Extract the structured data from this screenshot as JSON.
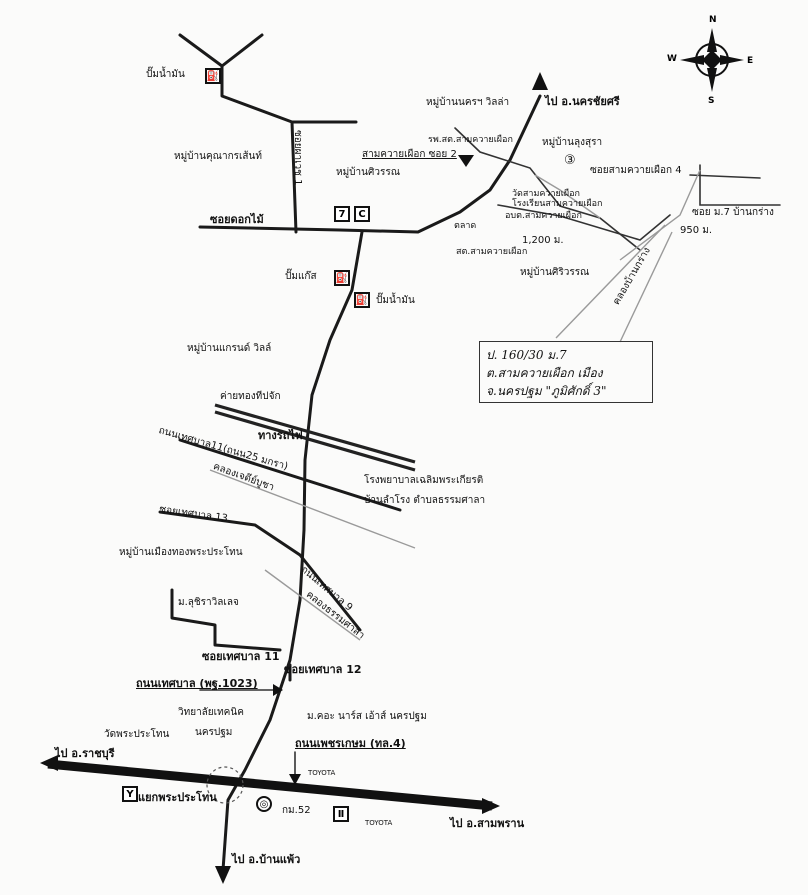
{
  "map": {
    "compass": {
      "n": "N",
      "s": "S",
      "e": "E",
      "w": "W"
    },
    "destinations": {
      "nakhon_chai_si": "ไป อ.นครชัยศรี",
      "ratchaburi": "ไป อ.ราชบุรี",
      "sam_phran": "ไป อ.สามพราน",
      "ban_phaeo": "ไป อ.บ้านแพ้ว"
    },
    "roads": {
      "soi_dok_mai": "ซอยดอกไม้",
      "soi_pha_vet": "ซอยผาเวช 1",
      "sam_khwai_phueak_2": "สามควายเผือก ซอย 2",
      "soi_sam_khwai_phueak_4": "ซอยสามควายเผือก 4",
      "soi_m7_ban_krang": "ซอย ม.7 บ้านกร่าง",
      "thet_saban_11": "ถนนเทศบาล11(ถนน25 มกรา)",
      "soi_thet_saban_13": "ซอยเทศบาล 13",
      "thet_saban_9": "ถนนเทศบาล 9",
      "soi_thet_saban_11": "ซอยเทศบาล 11",
      "soi_thet_saban_12": "ซอยเทศบาล 12",
      "thet_saban_pholsor": "ถนนเทศบาล (พฐ.1023)",
      "phetkasem": "ถนนเพชรเกษม (ทล.4)",
      "rail": "ทางรถไฟ",
      "khlong_chedi_bucha": "คลองเจดีย์บูชา",
      "khlong_thammasala": "คลองธรรมศาลา",
      "khlong_ban_krang": "คลองบ้านกร่าง",
      "dist_1200": "1,200 ม.",
      "dist_950": "950 ม.",
      "km52": "กม.52"
    },
    "places": {
      "gas_1": "ปั๊มน้ำมัน",
      "gas_2": "ปั๊มแก๊ส",
      "gas_3": "ปั๊มน้ำมัน",
      "baan_khunakorn": "หมู่บ้านคุณากรเส้นท์",
      "baan_siwan_1": "หมู่บ้านศิวรรณ",
      "baan_nakhon_villa": "หมู่บ้านนครฯ วิลล่า",
      "hospital_sam_khwai": "รพ.สต.สามควายเผือก",
      "wat_sam_khwai": "วัดสามควายเผือก",
      "school_sam_khwai": "โรงเรียนสามควายเผือก",
      "obt_sam_khwai": "อบต.สามควายเผือก",
      "baan_lunbrae": "หมู่บ้านลุงสุรา",
      "market": "ตลาด",
      "post": "สต.สามควายเผือก",
      "baan_siwan_2": "หมู่บ้านศิริวรรณ",
      "baan_grand_villa": "หมู่บ้านแกรนด์ วิลล์",
      "camp": "ค่ายทองทีปจัก",
      "hospital_lerm": "โรงพยาบาลเฉลิมพระเกียรติ",
      "hospital_lerm_2": "บ้านลำโรง ตำบลธรรมศาลา",
      "baan_mueang_thong": "หมู่บ้านเมืองทองพระประโทน",
      "m_suchira": "ม.ลุชิราวิลเลจ",
      "mahidol": "ม.คอะ นาร์ส เอ้าส์ นครปฐม",
      "college": "วิทยาลัยเทคนิค",
      "college_2": "นครปฐม",
      "wat_phra_prathon": "วัดพระประโทน",
      "intersection": "แยกพระประโทน",
      "landmark_3": "③",
      "toyota": "TOYOTA"
    },
    "note": {
      "line1": "ป. 160/30 ม.7",
      "line2": "ต.สามควายเผือก เมือง",
      "line3": "จ.นครปฐม \"ภูมิศักดิ์ 3\""
    }
  }
}
